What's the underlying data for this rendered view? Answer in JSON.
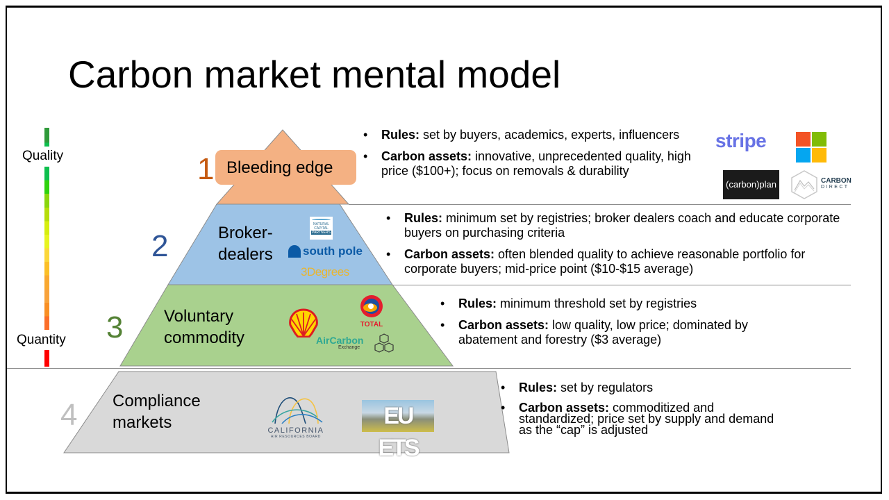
{
  "title": "Carbon market mental model",
  "scale": {
    "top_label": "Quality",
    "bottom_label": "Quantity",
    "gradient_colors": [
      "#2f9a3a",
      "#0ebf4e",
      "#0ebf4e",
      "#2fd20d",
      "#8ad60c",
      "#b6dd0a",
      "#d6ee0f",
      "#e7f420",
      "#fbd73a",
      "#fbbf27",
      "#f9a830",
      "#f8a23b",
      "#f98f24",
      "#fb6e29",
      "#ff0000"
    ]
  },
  "tiers": [
    {
      "number": "1",
      "number_color": "#c55a11",
      "label": "Bleeding edge",
      "fill": "#f4b183",
      "rules_heading": "Rules:",
      "rules_text": " set by buyers, academics, experts, influencers",
      "assets_heading": "Carbon assets:",
      "assets_text": " innovative, unprecedented quality, high price ($100+); focus on removals & durability",
      "logos": [
        "stripe",
        "Microsoft",
        "(carbon)plan",
        "CARBON DIRECT"
      ]
    },
    {
      "number": "2",
      "number_color": "#2f5597",
      "label_line1": "Broker-",
      "label_line2": "dealers",
      "fill": "#9dc3e6",
      "rules_heading": "Rules:",
      "rules_text": " minimum  set by registries; broker dealers coach and educate corporate buyers on purchasing criteria",
      "assets_heading": "Carbon assets:",
      "assets_text": " often blended quality to achieve reasonable portfolio for corporate buyers; mid-price point ($10-$15 average)",
      "logos": [
        "NATURAL CAPITAL PARTNERS",
        "south pole",
        "3Degrees"
      ]
    },
    {
      "number": "3",
      "number_color": "#548235",
      "label_line1": "Voluntary",
      "label_line2": "commodity",
      "fill": "#a9d18e",
      "rules_heading": "Rules:",
      "rules_text": " minimum  threshold set by registries",
      "assets_heading": "Carbon assets:",
      "assets_text": " low quality, low price; dominated by abatement and forestry ($3 average)",
      "logos": [
        "Shell",
        "TOTAL",
        "AirCarbon Exchange"
      ]
    },
    {
      "number": "4",
      "number_color": "#bfbfbf",
      "label_line1": "Compliance",
      "label_line2": "markets",
      "fill": "#d9d9d9",
      "rules_heading": "Rules:",
      "rules_text": " set by regulators",
      "assets_heading": "Carbon assets:",
      "assets_text": " commoditized  and standardized;  price set by supply  and demand  as the “cap” is adjusted",
      "logos": [
        "CALIFORNIA AIR RESOURCES BOARD",
        "EU ETS"
      ]
    }
  ],
  "logo_text": {
    "stripe": "stripe",
    "carbonplan": "(carbon)plan",
    "carbon_direct_1": "CARBON",
    "carbon_direct_2": "DIRECT",
    "ncp_1": "NATURAL",
    "ncp_2": "CAPITAL",
    "ncp_3": "PARTNERS",
    "southpole": "south pole",
    "threedeg": "3Degrees",
    "total": "TOTAL",
    "aircarbon_1": "AirCarbon",
    "aircarbon_2": "Exchange",
    "carb_1": "CALIFORNIA",
    "carb_2": "AIR RESOURCES BOARD",
    "euets": "EU ETS"
  }
}
